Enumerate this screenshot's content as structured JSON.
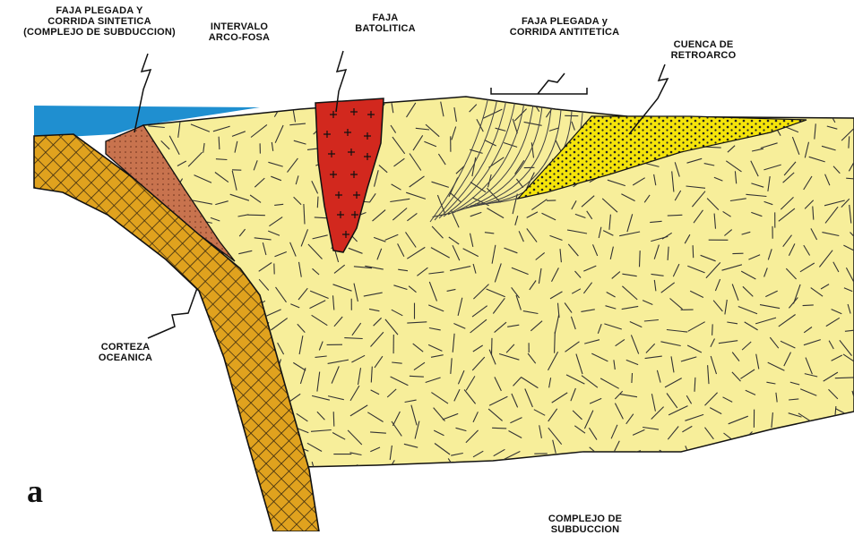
{
  "panel_letter": "a",
  "labels": {
    "faja_sintetica": [
      "FAJA PLEGADA Y",
      "CORRIDA SINTETICA",
      "(COMPLEJO DE SUBDUCCION)"
    ],
    "intervalo": [
      "INTERVALO",
      "ARCO-FOSA"
    ],
    "batolitica": [
      "FAJA",
      "BATOLITICA"
    ],
    "antitetica": [
      "FAJA PLEGADA y",
      "CORRIDA ANTITETICA"
    ],
    "retroarco": [
      "CUENCA DE",
      "RETROARCO"
    ],
    "corteza": [
      "CORTEZA",
      "OCEANICA"
    ],
    "complejo_bottom": [
      "COMPLEJO DE",
      "SUBDUCCION"
    ]
  },
  "colors": {
    "ocean": "#1f8fd0",
    "crust_fill": "#f2c55c",
    "slab": "#e0a21e",
    "wedge": "#c8734e",
    "batholith": "#d2281e",
    "basin": "#f5e40a",
    "ink": "#111111"
  }
}
